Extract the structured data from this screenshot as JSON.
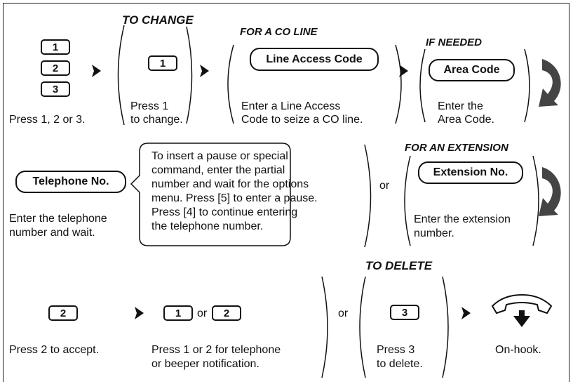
{
  "row1": {
    "keys": [
      "1",
      "2",
      "3"
    ],
    "keys_caption": "Press 1, 2 or 3.",
    "to_change_heading": "TO CHANGE",
    "change_key": "1",
    "change_caption_1": "Press 1",
    "change_caption_2": "to change.",
    "co_line_heading": "FOR A CO LINE",
    "line_access_label": "Line Access Code",
    "line_access_caption_1": "Enter a Line Access",
    "line_access_caption_2": "Code to seize a CO line.",
    "if_needed_heading": "IF NEEDED",
    "area_code_label": "Area Code",
    "area_code_caption_1": "Enter the",
    "area_code_caption_2": "Area Code."
  },
  "row2": {
    "telephone_label": "Telephone No.",
    "telephone_caption_1": "Enter the telephone",
    "telephone_caption_2": "number and wait.",
    "callout_lines": [
      "To insert a pause or special",
      "command, enter the partial",
      "number and wait for the options",
      "menu. Press [5] to enter a pause.",
      "Press [4] to continue entering",
      "the telephone number."
    ],
    "or_text": "or",
    "extension_heading": "FOR AN EXTENSION",
    "extension_label": "Extension No.",
    "extension_caption_1": "Enter the extension",
    "extension_caption_2": "number."
  },
  "row3": {
    "accept_key": "2",
    "accept_caption": "Press 2 to accept.",
    "notify_key_a": "1",
    "notify_or": "or",
    "notify_key_b": "2",
    "notify_caption_1": "Press 1 or 2 for telephone",
    "notify_caption_2": "or beeper notification.",
    "or_text": "or",
    "to_delete_heading": "TO DELETE",
    "delete_key": "3",
    "delete_caption_1": "Press 3",
    "delete_caption_2": "to delete.",
    "onhook_icon": "handset-onhook-icon",
    "onhook_caption": "On-hook."
  }
}
